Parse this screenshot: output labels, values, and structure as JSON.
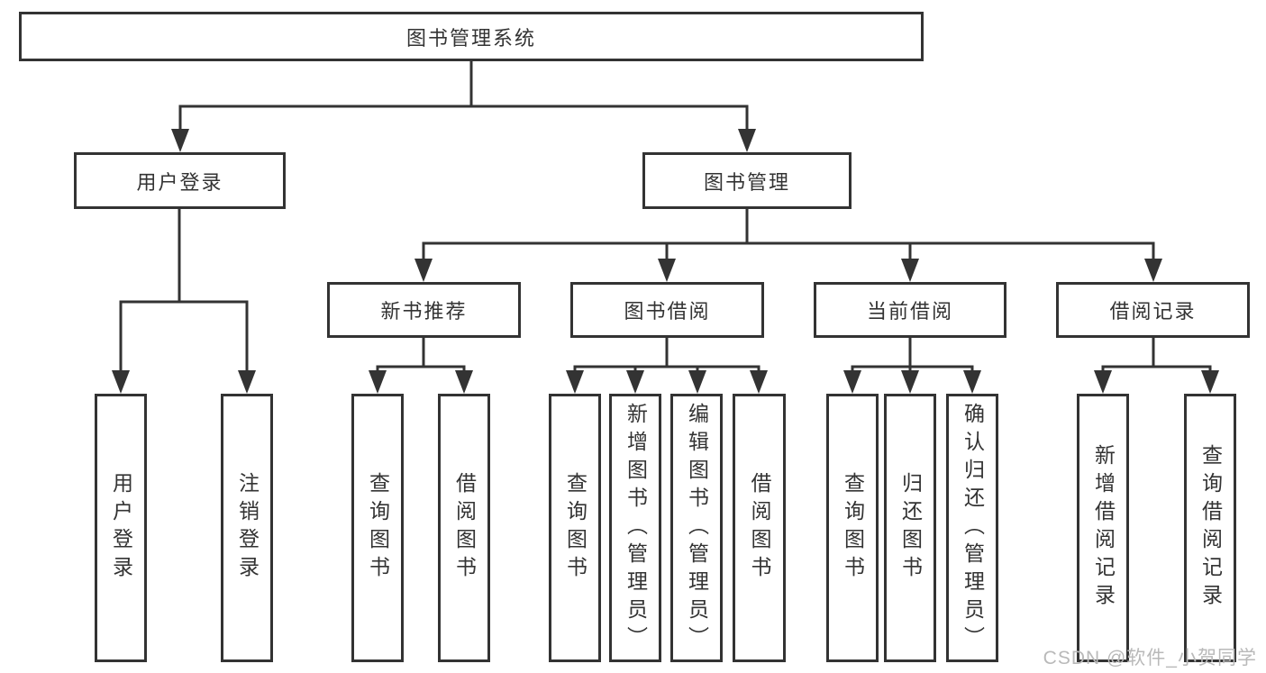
{
  "tree": {
    "root": {
      "label": "图书管理系统",
      "children": [
        {
          "label": "用户登录",
          "children": [
            {
              "label": "用户登录"
            },
            {
              "label": "注销登录"
            }
          ]
        },
        {
          "label": "图书管理",
          "children": [
            {
              "label": "新书推荐",
              "children": [
                {
                  "label": "查询图书"
                },
                {
                  "label": "借阅图书"
                }
              ]
            },
            {
              "label": "图书借阅",
              "children": [
                {
                  "label": "查询图书"
                },
                {
                  "label": "新增图书（管理员）"
                },
                {
                  "label": "编辑图书（管理员）"
                },
                {
                  "label": "借阅图书"
                }
              ]
            },
            {
              "label": "当前借阅",
              "children": [
                {
                  "label": "查询图书"
                },
                {
                  "label": "归还图书"
                },
                {
                  "label": "确认归还（管理员）"
                }
              ]
            },
            {
              "label": "借阅记录",
              "children": [
                {
                  "label": "新增借阅记录"
                },
                {
                  "label": "查询借阅记录"
                }
              ]
            }
          ]
        }
      ]
    }
  },
  "watermark": {
    "text": "CSDN @软件_小贺同学"
  },
  "colors": {
    "line": "#333333",
    "text": "#333333",
    "box_background": "#ffffff",
    "page_background": "#ffffff",
    "watermark": "#b9b9b9"
  }
}
